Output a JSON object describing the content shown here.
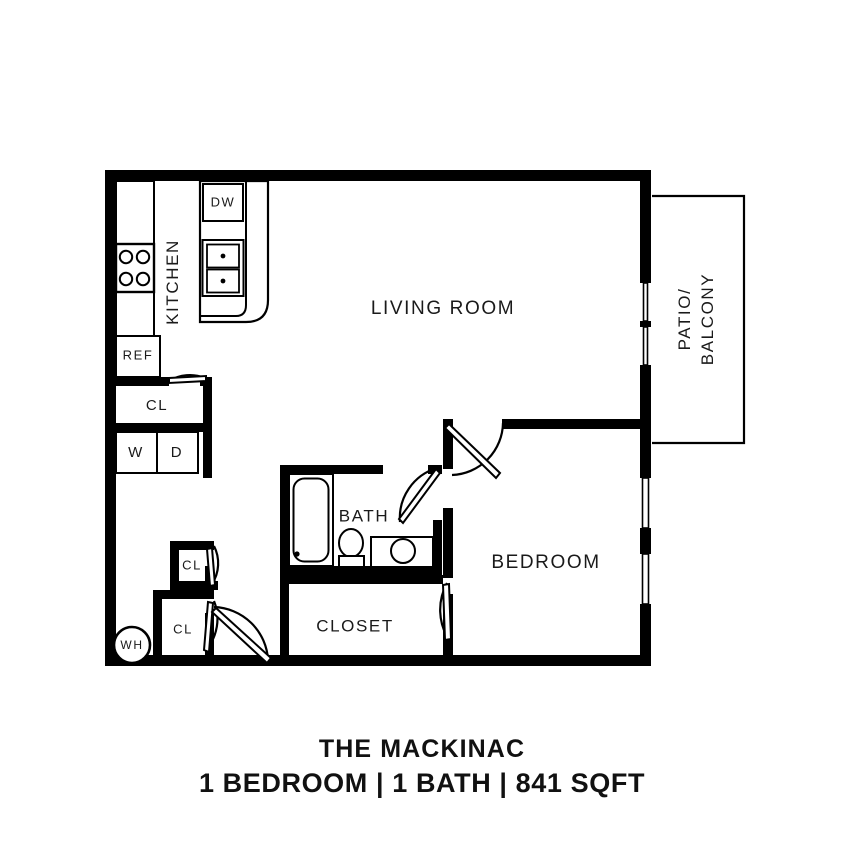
{
  "title_block": {
    "name": "THE MACKINAC",
    "specs": "1 BEDROOM | 1 BATH | 841 SQFT",
    "bedrooms": 1,
    "bathrooms": 1,
    "square_feet": 841
  },
  "colors": {
    "wall": "#000000",
    "fixture_line": "#000000",
    "background": "#ffffff",
    "text": "#1a1a1a"
  },
  "rooms": [
    {
      "id": "kitchen",
      "label": "KITCHEN",
      "orientation": "vertical"
    },
    {
      "id": "living_room",
      "label": "LIVING ROOM",
      "orientation": "horizontal"
    },
    {
      "id": "patio_balcony",
      "label": "PATIO/\nBALCONY",
      "line1": "PATIO/",
      "line2": "BALCONY",
      "orientation": "vertical"
    },
    {
      "id": "bedroom",
      "label": "BEDROOM",
      "orientation": "horizontal"
    },
    {
      "id": "bath",
      "label": "BATH",
      "orientation": "horizontal"
    },
    {
      "id": "closet_main",
      "label": "CLOSET",
      "orientation": "horizontal"
    },
    {
      "id": "closet_entry",
      "label": "CL",
      "orientation": "horizontal"
    },
    {
      "id": "closet_hall_1",
      "label": "CL",
      "orientation": "horizontal"
    },
    {
      "id": "closet_hall_2",
      "label": "CL",
      "orientation": "horizontal"
    }
  ],
  "fixtures": [
    {
      "id": "dishwasher",
      "label": "DW",
      "room": "kitchen"
    },
    {
      "id": "refrigerator",
      "label": "REF",
      "room": "kitchen"
    },
    {
      "id": "washer",
      "label": "W",
      "room": "laundry"
    },
    {
      "id": "dryer",
      "label": "D",
      "room": "laundry"
    },
    {
      "id": "water_heater",
      "label": "WH",
      "room": "hall"
    },
    {
      "id": "range_cooktop",
      "label": "",
      "room": "kitchen",
      "burners": 4
    },
    {
      "id": "kitchen_sink",
      "label": "",
      "room": "kitchen",
      "basins": 2
    },
    {
      "id": "bathtub",
      "label": "",
      "room": "bath"
    },
    {
      "id": "toilet",
      "label": "",
      "room": "bath"
    },
    {
      "id": "vanity_sink",
      "label": "",
      "room": "bath"
    }
  ],
  "openings": {
    "patio_slider": "sliding-glass-door",
    "bedroom_windows": 2,
    "entry_door": "swing-door"
  }
}
